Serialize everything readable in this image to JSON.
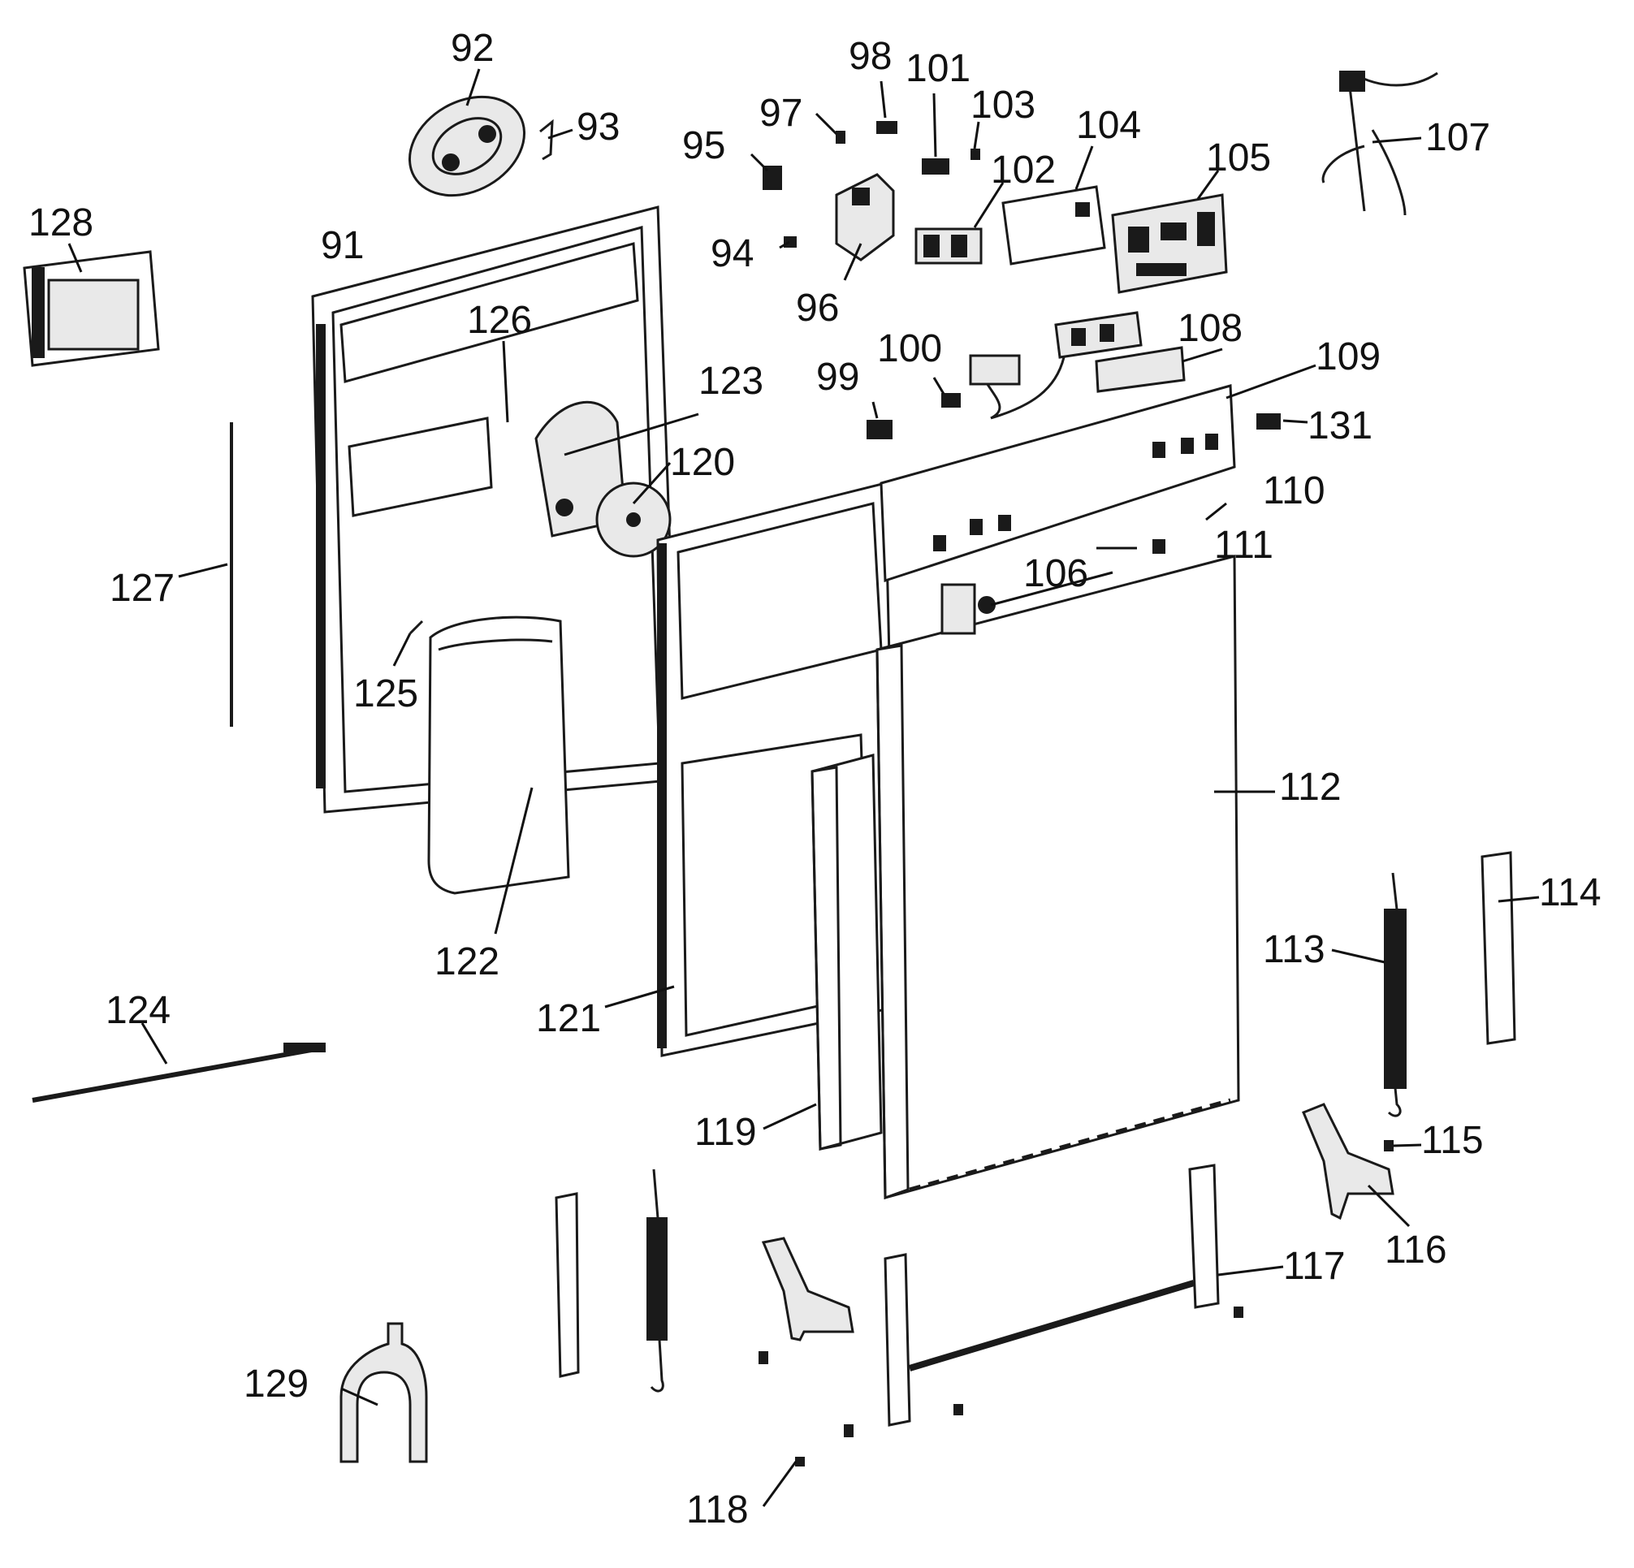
{
  "colors": {
    "ink": "#111111",
    "background": "#ffffff",
    "panel_fill": "#e9e9e9"
  },
  "callouts": [
    {
      "id": "91",
      "text": "91"
    },
    {
      "id": "92",
      "text": "92"
    },
    {
      "id": "93",
      "text": "93"
    },
    {
      "id": "94",
      "text": "94"
    },
    {
      "id": "95",
      "text": "95"
    },
    {
      "id": "96",
      "text": "96"
    },
    {
      "id": "97",
      "text": "97"
    },
    {
      "id": "98",
      "text": "98"
    },
    {
      "id": "99",
      "text": "99"
    },
    {
      "id": "100",
      "text": "100"
    },
    {
      "id": "101",
      "text": "101"
    },
    {
      "id": "102",
      "text": "102"
    },
    {
      "id": "103",
      "text": "103"
    },
    {
      "id": "104",
      "text": "104"
    },
    {
      "id": "105",
      "text": "105"
    },
    {
      "id": "106",
      "text": "106"
    },
    {
      "id": "107",
      "text": "107"
    },
    {
      "id": "108",
      "text": "108"
    },
    {
      "id": "109",
      "text": "109"
    },
    {
      "id": "110",
      "text": "110"
    },
    {
      "id": "111",
      "text": "111"
    },
    {
      "id": "112",
      "text": "112"
    },
    {
      "id": "113",
      "text": "113"
    },
    {
      "id": "114",
      "text": "114"
    },
    {
      "id": "115",
      "text": "115"
    },
    {
      "id": "116",
      "text": "116"
    },
    {
      "id": "117",
      "text": "117"
    },
    {
      "id": "118",
      "text": "118"
    },
    {
      "id": "119",
      "text": "119"
    },
    {
      "id": "120",
      "text": "120"
    },
    {
      "id": "121",
      "text": "121"
    },
    {
      "id": "122",
      "text": "122"
    },
    {
      "id": "123",
      "text": "123"
    },
    {
      "id": "124",
      "text": "124"
    },
    {
      "id": "125",
      "text": "125"
    },
    {
      "id": "126",
      "text": "126"
    },
    {
      "id": "127",
      "text": "127"
    },
    {
      "id": "128",
      "text": "128"
    },
    {
      "id": "129",
      "text": "129"
    },
    {
      "id": "131",
      "text": "131"
    }
  ]
}
